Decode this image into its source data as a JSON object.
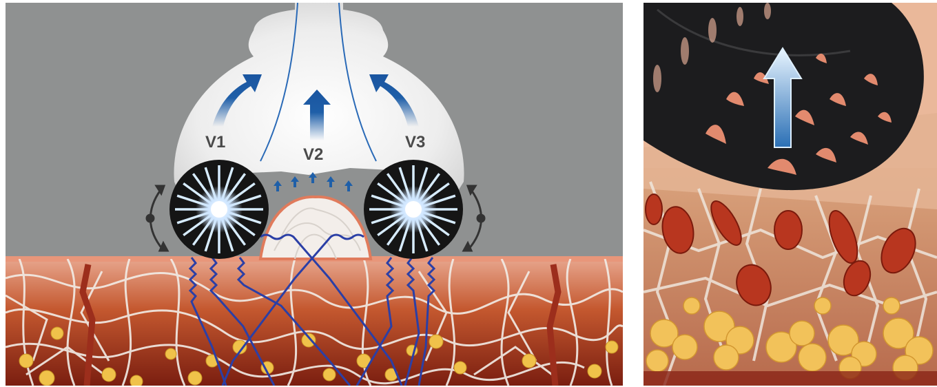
{
  "labels": {
    "v1": "V1",
    "v2": "V2",
    "v3": "V3"
  },
  "colors": {
    "background_gray": "#8e9090",
    "skin_surface": "#e8967a",
    "arrow_blue": "#1f5fa8",
    "roller_black": "#151515",
    "fiber_white": "#f1ece6",
    "fat_yellow": "#f0c24a",
    "vessel_red": "#9c2e1c",
    "wave_blue": "#2b3fa6"
  },
  "icons": [
    "roller-left",
    "roller-right",
    "rotation-arrow-icon",
    "suction-arrow-icon",
    "vacuum-chamber"
  ]
}
